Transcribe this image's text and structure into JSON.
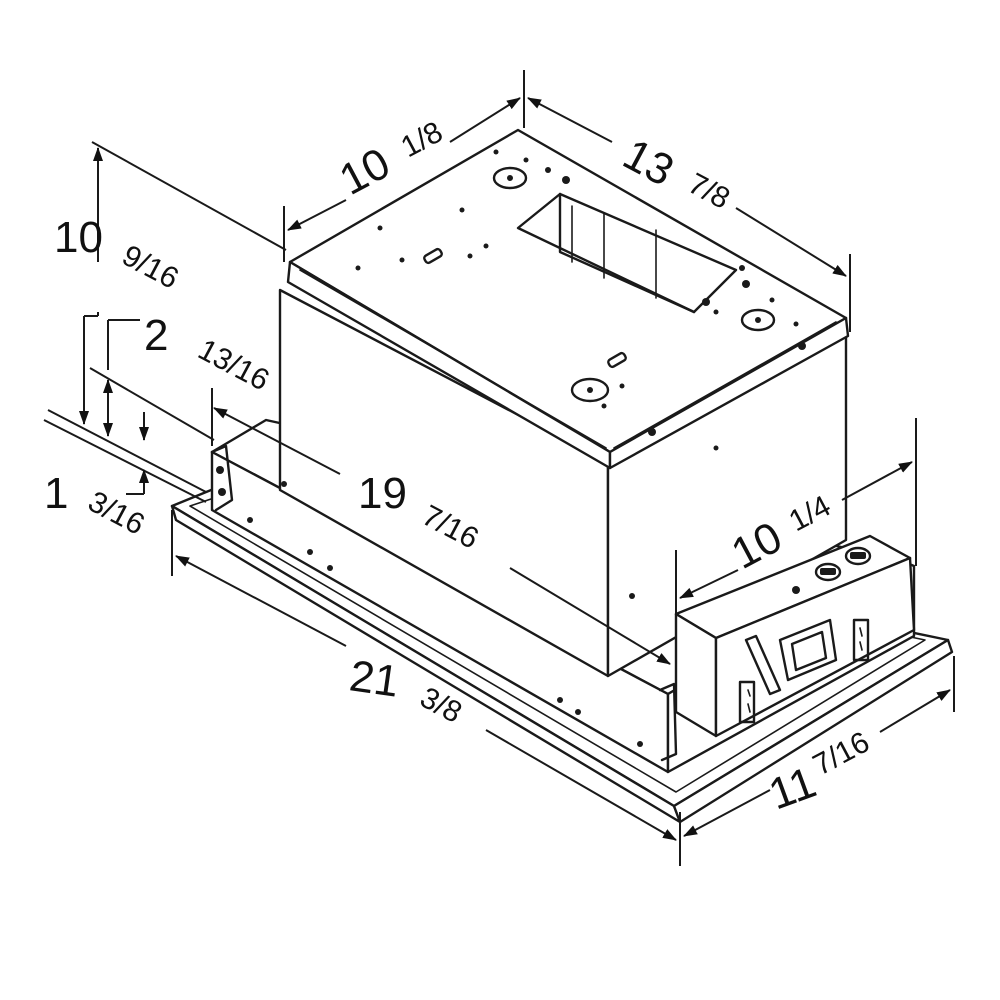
{
  "dimensions": {
    "top_depth": {
      "whole": "10",
      "frac": "1/8"
    },
    "top_width": {
      "whole": "13",
      "frac": "7/8"
    },
    "overall_height": {
      "whole": "10",
      "frac": "9/16"
    },
    "step_height": {
      "whole": "2",
      "frac": "13/16"
    },
    "flange_height": {
      "whole": "1",
      "frac": "3/16"
    },
    "body_length": {
      "whole": "19",
      "frac": "7/16"
    },
    "body_depth": {
      "whole": "10",
      "frac": "1/4"
    },
    "overall_length": {
      "whole": "21",
      "frac": "3/8"
    },
    "overall_depth": {
      "whole": "11",
      "frac": "7/16"
    }
  }
}
